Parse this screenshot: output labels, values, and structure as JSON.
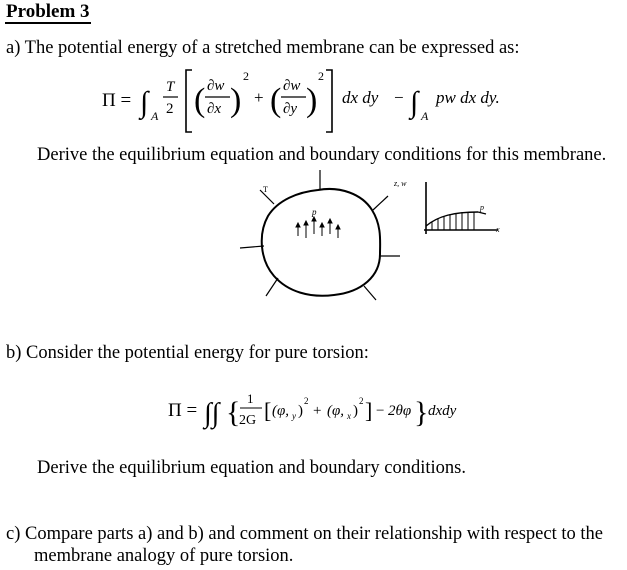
{
  "problem_title": "Problem 3",
  "part_a": {
    "intro": "a) The potential energy of a stretched membrane can be expressed as:",
    "instruction": "Derive the equilibrium equation and boundary conditions for this membrane.",
    "figure": {
      "tension_label": "T",
      "pressure_label": "p",
      "side_axis_label": "z, w",
      "side_pressure_label": "p",
      "side_x_label": "x"
    }
  },
  "part_b": {
    "intro": "b) Consider the potential energy for pure torsion:",
    "instruction": "Derive the equilibrium equation and boundary conditions."
  },
  "part_c": {
    "line1": "c) Compare parts a) and b) and comment on their relationship with respect to the",
    "line2": "membrane analogy of pure torsion."
  }
}
